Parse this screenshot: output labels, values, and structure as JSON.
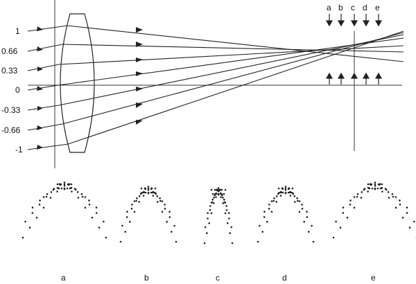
{
  "ray_heights": [
    "1",
    "0.66",
    "0.33",
    "0",
    "-0.33",
    "-0.66",
    "-1"
  ],
  "plane_labels": [
    "a",
    "b",
    "c",
    "d",
    "e"
  ],
  "spot_labels": [
    "a",
    "b",
    "c",
    "d",
    "e"
  ],
  "colors": {
    "ink": "#222222",
    "background": "#ffffff"
  }
}
